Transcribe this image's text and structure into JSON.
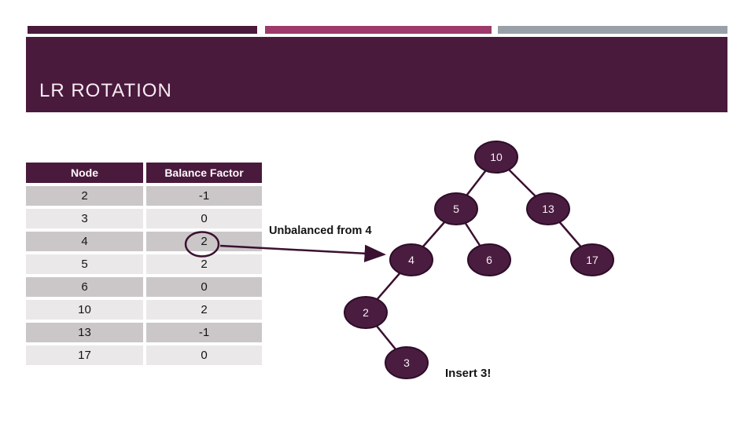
{
  "slide": {
    "title": "LR ROTATION",
    "accent_colors": {
      "dark_maroon": "#4a1a3d",
      "pink": "#9d3a69",
      "gray": "#9aa0a8",
      "row_dark": "#cbc7c8",
      "row_light": "#eae8e9"
    }
  },
  "table": {
    "headers": [
      "Node",
      "Balance Factor"
    ],
    "rows": [
      {
        "node": "2",
        "bf": "-1"
      },
      {
        "node": "3",
        "bf": "0"
      },
      {
        "node": "4",
        "bf": "2",
        "circled": true
      },
      {
        "node": "5",
        "bf": "2"
      },
      {
        "node": "6",
        "bf": "0"
      },
      {
        "node": "10",
        "bf": "2"
      },
      {
        "node": "13",
        "bf": "-1"
      },
      {
        "node": "17",
        "bf": "0"
      }
    ]
  },
  "tree": {
    "nodes": [
      {
        "label": "10"
      },
      {
        "label": "5"
      },
      {
        "label": "13"
      },
      {
        "label": "4"
      },
      {
        "label": "6"
      },
      {
        "label": "17"
      },
      {
        "label": "2"
      },
      {
        "label": "3"
      }
    ]
  },
  "annotations": {
    "unbalanced_label": "Unbalanced from 4",
    "insert_label": "Insert 3!"
  }
}
